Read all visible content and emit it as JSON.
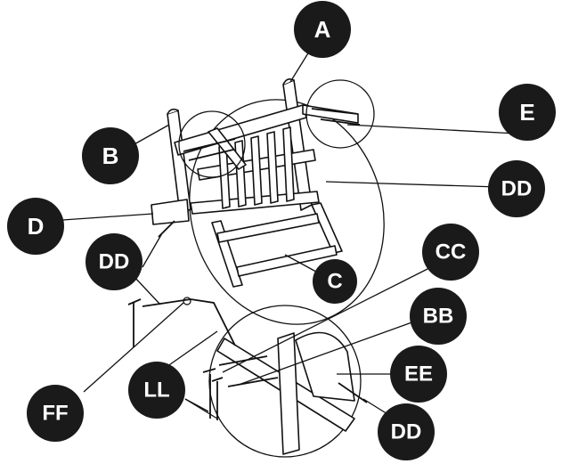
{
  "labels": {
    "A": "A",
    "B": "B",
    "C": "C",
    "D": "D",
    "E": "E",
    "DD_right": "DD",
    "DD_left": "DD",
    "DD_bottom": "DD",
    "CC": "CC",
    "BB": "BB",
    "EE": "EE",
    "FF": "FF",
    "LL": "LL"
  },
  "colors": {
    "badge": "#1a1a1a",
    "text": "#ffffff",
    "line": "#111111"
  }
}
